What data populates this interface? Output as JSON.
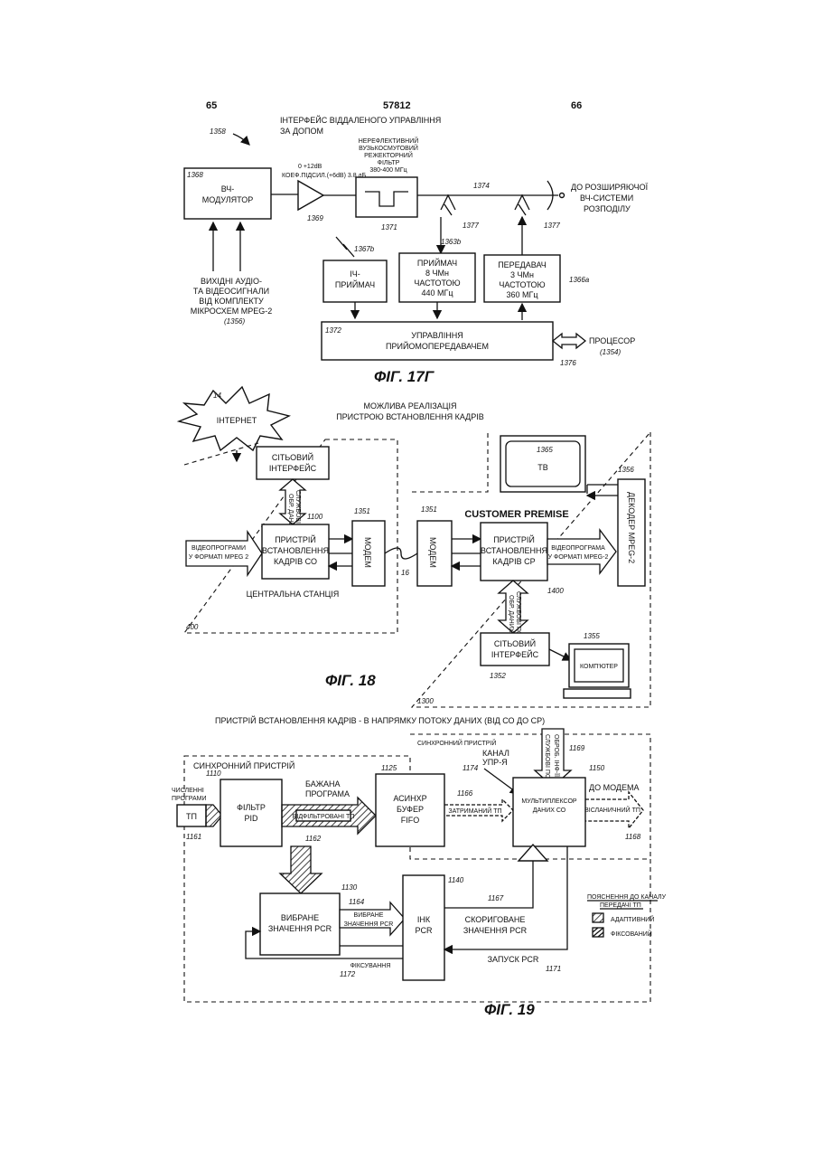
{
  "header": {
    "page_left": "65",
    "doc_number": "57812",
    "page_right": "66"
  },
  "fig17": {
    "title_1": "ІНТЕРФЕЙС ВІДДАЛЕНОГО УПРАВЛІННЯ",
    "title_2": "ЗА ДОПОМ",
    "ref_1358": "1358",
    "modulator_ref": "1368",
    "modulator_1": "ВЧ-",
    "modulator_2": "МОДУЛЯТОР",
    "amp_ref": "1369",
    "gain_label": "0 +12dB",
    "gain_label_2": "КОЕФ.ПІДСИЛ.(+6dB) 3.8 дБ",
    "filter_1": "НЕРЕФЛЕКТИВНИЙ",
    "filter_2": "ВУЗЬКОСМУГОВИЙ",
    "filter_3": "РЕЖЕКТОРНИЙ",
    "filter_4": "ФІЛЬТР",
    "filter_5": "380-400 МГц",
    "filter_ref": "1371",
    "line_ref": "1374",
    "splitter_ref_a": "1377",
    "splitter_ref_b": "1377",
    "dest_1": "ДО РОЗШИРЯЮЧОЇ",
    "dest_2": "ВЧ-СИСТЕМИ",
    "dest_3": "РОЗПОДІЛУ",
    "ir_ref": "1367b",
    "ir_1": "ІЧ-",
    "ir_2": "ПРИЙМАЧ",
    "rx_ref": "1363b",
    "rx_1": "ПРИЙМАЧ",
    "rx_2": "8 ЧМн",
    "rx_3": "ЧАСТОТОЮ",
    "rx_4": "440 МГц",
    "tx_ref": "1366a",
    "tx_1": "ПЕРЕДАВАЧ",
    "tx_2": "3 ЧМн",
    "tx_3": "ЧАСТОТОЮ",
    "tx_4": "360 МГц",
    "src_1": "ВИХІДНІ АУДІО-",
    "src_2": "ТА ВІДЕОСИГНАЛИ",
    "src_3": "ВІД КОМПЛЕКТУ",
    "src_4": "МІКРОСХЕМ MPEG-2",
    "src_5": "(1356)",
    "ctrl_ref": "1372",
    "ctrl_1": "УПРАВЛІННЯ",
    "ctrl_2": "ПРИЙОМОПЕРЕДАВАЧЕМ",
    "proc_1": "ПРОЦЕСОР",
    "proc_2": "(1354)",
    "bus_ref": "1376",
    "caption": "ФІГ. 17Г"
  },
  "fig18": {
    "internet_ref": "14",
    "internet": "ІНТЕРНЕТ",
    "title_1": "МОЖЛИВА РЕАЛІЗАЦІЯ",
    "title_2": "ПРИСТРОЮ ВСТАНОВЛЕННЯ КАДРІВ",
    "ni_top_1": "СІТЬОВИЙ",
    "ni_top_2": "ІНТЕРФЕЙС",
    "svc_1": "СЛУЖБОВІ ПО",
    "svc_2": "ОБР. ДАНИХ",
    "ref_1100": "1100",
    "ref_1351a": "1351",
    "ref_1351b": "1351",
    "video_in_1": "ВІДЕОПРОГРАМИ",
    "video_in_2": "У ФОРМАТІ MPEG 2",
    "co_dev_1": "ПРИСТРІЙ",
    "co_dev_2": "ВСТАНОВЛЕННЯ",
    "co_dev_3": "КАДРІВ СО",
    "modem": "МОДЕМ",
    "central": "ЦЕНТРАЛЬНА СТАНЦІЯ",
    "ref_400": "400",
    "ref_16": "16",
    "ref_1365": "1365",
    "tv": "ТВ",
    "ref_1356": "1356",
    "decoder": "ДЕКОДЕР MPEG-2",
    "customer": "CUSTOMER PREMISE",
    "cp_dev_1": "ПРИСТРІЙ",
    "cp_dev_2": "ВСТАНОВЛЕННЯ",
    "cp_dev_3": "КАДРІВ СР",
    "video_out_1": "ВІДЕОПРОГРАМА",
    "video_out_2": "У ФОРМАТІ MPEG-2",
    "ref_1400": "1400",
    "ni_bot_1": "СІТЬОВИЙ",
    "ni_bot_2": "ІНТЕРФЕЙС",
    "ref_1352": "1352",
    "ref_1355": "1355",
    "computer": "КОМП'ЮТЕР",
    "ref_1300": "1300",
    "caption": "ФІГ. 18"
  },
  "fig19": {
    "title": "ПРИСТРІЙ ВСТАНОВЛЕННЯ КАДРІВ - В НАПРЯМКУ ПОТОКУ ДАНИХ (ВІД СО ДО СР)",
    "sync_small": "СИНХРОННИЙ ПРИСТРІЙ",
    "svc_1": "СЛУЖБОВІ ПО",
    "svc_2": "ОБРОБ. ІНФ-ЇЇ",
    "ref_1169": "1169",
    "sync_big": "СИНХРОННИЙ ПРИСТРІЙ",
    "ctrl_ch_1": "КАНАЛ",
    "ctrl_ch_2": "УПР-Я",
    "ref_1174": "1174",
    "ref_1110": "1110",
    "ref_1125": "1125",
    "ref_1150": "1150",
    "num_prog_1": "ЧИСЛЕННІ",
    "num_prog_2": "ПРОГРАМИ",
    "tp_in": "ТП",
    "ref_1161": "1161",
    "pid_1": "ФІЛЬТР",
    "pid_2": "PID",
    "wanted_1": "БАЖАНА",
    "wanted_2": "ПРОГРАМА",
    "filtered": "ВІДФІЛЬТРОВАНІ ТП",
    "ref_1162": "1162",
    "fifo_1": "АСИНХР",
    "fifo_2": "БУФЕР",
    "fifo_3": "FIFO",
    "ref_1166": "1166",
    "delayed": "ЗАТРИМАНИЙ ТП",
    "mux_1": "МУЛЬТИПЛЕКСОР",
    "mux_2": "ДАНИХ СО",
    "to_modem": "ДО МОДЕМА",
    "out_tp": "ВІСЛАНИЧНИЙ ТП",
    "ref_1168": "1168",
    "ref_1130": "1130",
    "ref_1164": "1164",
    "ref_1140": "1140",
    "ref_1167": "1167",
    "sel_pcr_1": "ВИБРАНЕ",
    "sel_pcr_2": "ЗНАЧЕННЯ PCR",
    "sel_arrow_1": "ВИБРАНЕ",
    "sel_arrow_2": "ЗНАЧЕННЯ PCR",
    "ink_1": "ІНК",
    "ink_2": "PCR",
    "corr_1": "СКОРИГОВАНЕ",
    "corr_2": "ЗНАЧЕННЯ PCR",
    "latch": "ФІКСУВАННЯ",
    "ref_1172": "1172",
    "start_pcr": "ЗАПУСК PCR",
    "ref_1171": "1171",
    "legend_title_1": "ПОЯСНЕННЯ ДО КАНАЛУ",
    "legend_title_2": "ПЕРЕДАЧІ ТП",
    "legend_adaptive": "АДАПТИВНИЙ",
    "legend_fixed": "ФІКСОВАНИЙ",
    "caption": "ФІГ. 19"
  }
}
